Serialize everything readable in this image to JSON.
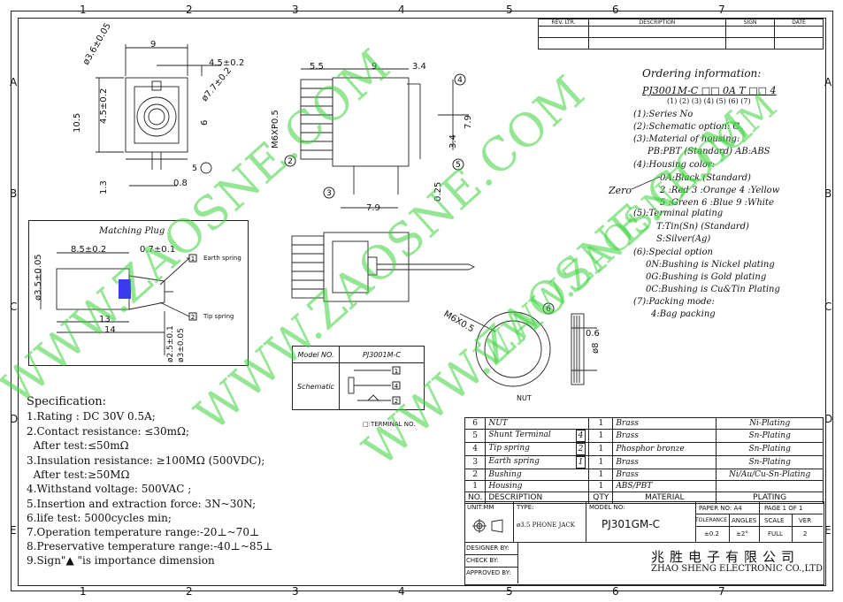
{
  "grid_numbers": [
    "1",
    "2",
    "3",
    "4",
    "5",
    "6",
    "7"
  ],
  "grid_letters": [
    "A",
    "B",
    "C",
    "D",
    "E"
  ],
  "revision_header": {
    "rev": "REV. LTR.",
    "description": "DESCRIPTION",
    "sign": "SIGN",
    "date": "DATE"
  },
  "ordering": {
    "title": "Ordering information:",
    "code": "PJ3001M-C □□ 0A T □□ 4",
    "code_indices": "(1)    (2) (3)   (4) (5)  (6)  (7)",
    "lines": [
      "(1):Series No",
      "(2):Schematic option: C",
      "(3):Material of housing:",
      "PB:PBT (Standard) AB:ABS",
      "(4):Housing color:",
      "0A:Black (Standard)",
      "2 :Red   3 :Orange  4 :Yellow",
      "5 :Green 6 :Blue    9 :White",
      "(5):Terminal plating",
      "T:Tin(Sn) (Standard)",
      "S:Silver(Ag)",
      "(6):Special option",
      "0N:Bushing is Nickel plating",
      "0G:Bushing is Gold plating",
      "0C:Bushing is Cu&Tin Plating",
      "(7):Packing mode:",
      "4:Bag packing"
    ],
    "zero_label": "Zero"
  },
  "dims": {
    "d36": "ø3.6±0.05",
    "d9a": "9",
    "d45": "4.5±0.2",
    "d77": "ø7.7±0.2",
    "d105": "10.5",
    "d45b": "4.5±0.2",
    "d6": "6",
    "d13": "1.3",
    "d08": "0.8",
    "d55": "5.5",
    "d9b": "9",
    "d34": "3.4",
    "m6": "M6XP0.5",
    "d79a": "7.9",
    "d34b": "3.4",
    "d025": "0.25",
    "d79b": "7.9",
    "d06": "0.6",
    "d8": "ø8",
    "m6b": "M6X0.5",
    "nut": "NUT"
  },
  "plug": {
    "title": "Matching Plug",
    "d35": "ø3.5±0.05",
    "d85": "8.5±0.2",
    "d07": "0.7±0.1",
    "d13": "13",
    "d14": "14",
    "d25": "ø2.5±0.1",
    "d3": "ø3±0.05",
    "earth": "Earth spring",
    "tip": "Tip spring"
  },
  "schematic": {
    "model_label": "Model NO.",
    "model": "PJ3001M-C",
    "label": "Schematic",
    "terminal_note": "□:TERMINAL NO."
  },
  "spec": {
    "title": "Specification:",
    "lines": [
      "1.Rating : DC 30V 0.5A;",
      "2.Contact resistance: ≤30mΩ;",
      "  After test:≤50mΩ",
      "3.Insulation resistance: ≥100MΩ (500VDC);",
      "  After test:≥50MΩ",
      "4.Withstand voltage: 500VAC ;",
      "5.Insertion and extraction force: 3N~30N;",
      "6.life test: 5000cycles min;",
      "7.Operation temperature range:-20⊥~70⊥",
      "8.Preservative temperature range:-40⊥~85⊥",
      "9.Sign\"▲ \"is importance dimension"
    ]
  },
  "parts": [
    {
      "no": "6",
      "desc": "NUT",
      "qty": "1",
      "mat": "Brass",
      "plating": "Ni-Plating",
      "box": ""
    },
    {
      "no": "5",
      "desc": "Shunt Terminal",
      "qty": "1",
      "mat": "Brass",
      "plating": "Sn-Plating",
      "box": "4"
    },
    {
      "no": "4",
      "desc": "Tip spring",
      "qty": "1",
      "mat": "Phosphor bronze",
      "plating": "Sn-Plating",
      "box": "2"
    },
    {
      "no": "3",
      "desc": "Earth spring",
      "qty": "1",
      "mat": "Brass",
      "plating": "Sn-Plating",
      "box": "1"
    },
    {
      "no": "2",
      "desc": "Bushing",
      "qty": "1",
      "mat": "Brass",
      "plating": "Ni/Au/Cu-Sn-Plating",
      "box": ""
    },
    {
      "no": "1",
      "desc": "Housing",
      "qty": "1",
      "mat": "ABS/PBT",
      "plating": "",
      "box": ""
    }
  ],
  "parts_header": {
    "no": "NO.",
    "desc": "DESCRIPTION",
    "qty": "QTY",
    "mat": "MATERIAL",
    "plating": "PLATING"
  },
  "title_block": {
    "unit": "UNIT:MM",
    "type_label": "TYPE:",
    "type": "ø3.5 PHONE JACK",
    "model_label": "MODEL NO:",
    "model": "PJ301GM-C",
    "paper": "PAPER NO: A4",
    "page": "PAGE 1 OF 1",
    "tolerance": "TOLERANCE",
    "angles": "ANGLES",
    "scale": "SCALE",
    "ver": "VER",
    "tol_val": "±0.2",
    "ang_val": "±2°",
    "scale_val": "FULL",
    "ver_val": "2",
    "designer": "DESIGNER BY:",
    "check": "CHECK BY:",
    "approved": "APPROVED BY:",
    "company_cn": "兆胜电子有限公司",
    "company_en": "ZHAO SHENG ELECTRONIC CO.,LTD"
  },
  "watermarks": [
    "WWW.ZAOSNE.COM",
    "WWW.ZAOSNE.COM",
    "WWW.ZAOSNE.COM",
    "WWW.ZAOSNE.COM"
  ]
}
